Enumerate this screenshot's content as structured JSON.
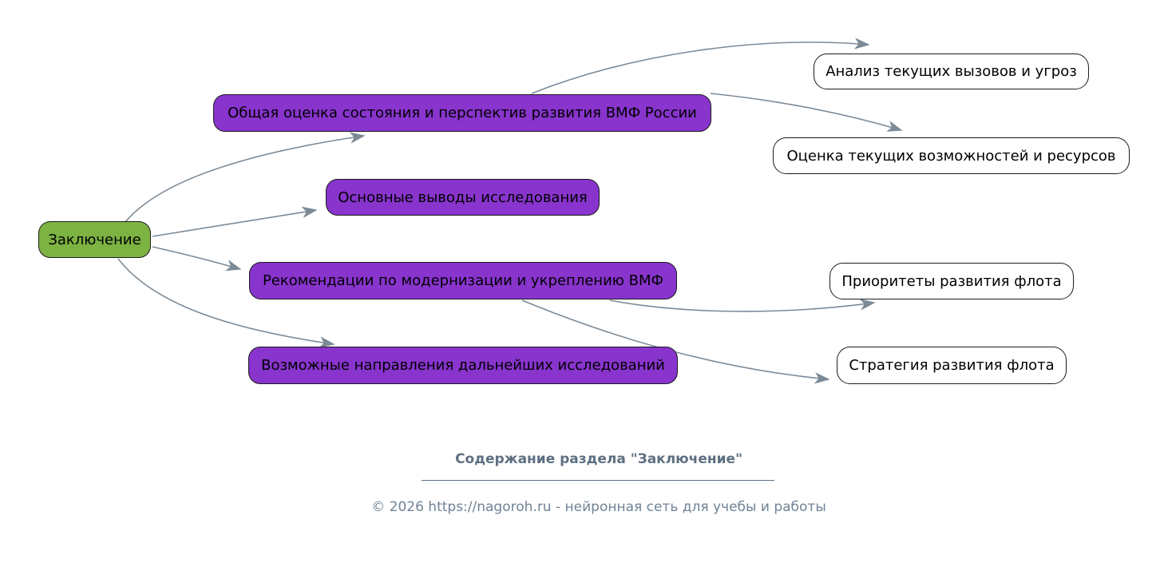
{
  "diagram": {
    "type": "mindmap",
    "root_label": "Заключение",
    "nodes": [
      {
        "id": "zaklyuchenie",
        "label": "Заключение",
        "role": "root",
        "color": "#7db342"
      },
      {
        "id": "obshchaya-ocenka",
        "label": "Общая оценка состояния и перспектив развития ВМФ России",
        "role": "branch",
        "color": "#8834cd"
      },
      {
        "id": "analiz-vyzovov",
        "label": "Анализ текущих вызовов и угроз",
        "role": "leaf",
        "color": "#ffffff"
      },
      {
        "id": "ocenka-resursov",
        "label": "Оценка текущих возможностей и ресурсов",
        "role": "leaf",
        "color": "#ffffff"
      },
      {
        "id": "osnovnye-vyvody",
        "label": "Основные выводы исследования",
        "role": "branch",
        "color": "#8834cd"
      },
      {
        "id": "rekomendacii",
        "label": "Рекомендации по модернизации и укреплению ВМФ",
        "role": "branch",
        "color": "#8834cd"
      },
      {
        "id": "prioritety-flota",
        "label": "Приоритеты развития флота",
        "role": "leaf",
        "color": "#ffffff"
      },
      {
        "id": "napravleniya",
        "label": "Возможные направления дальнейших исследований",
        "role": "branch",
        "color": "#8834cd"
      },
      {
        "id": "strategiya-flota",
        "label": "Стратегия развития флота",
        "role": "leaf",
        "color": "#ffffff"
      }
    ],
    "edges": [
      {
        "from": "zaklyuchenie",
        "to": "obshchaya-ocenka"
      },
      {
        "from": "zaklyuchenie",
        "to": "osnovnye-vyvody"
      },
      {
        "from": "zaklyuchenie",
        "to": "rekomendacii"
      },
      {
        "from": "zaklyuchenie",
        "to": "napravleniya"
      },
      {
        "from": "obshchaya-ocenka",
        "to": "analiz-vyzovov"
      },
      {
        "from": "obshchaya-ocenka",
        "to": "ocenka-resursov"
      },
      {
        "from": "rekomendacii",
        "to": "prioritety-flota"
      },
      {
        "from": "rekomendacii",
        "to": "strategiya-flota"
      }
    ],
    "colors": {
      "root_fill": "#7db342",
      "branch_fill": "#8834cd",
      "leaf_fill": "#ffffff",
      "node_border": "#1c1c1c",
      "edge": "#7b8a97",
      "footer_title": "#5d6f81",
      "footer_text": "#708396"
    }
  },
  "footer": {
    "title": "Содержание раздела \"Заключение\"",
    "copyright": "© 2026 https://nagoroh.ru - нейронная сеть для учебы и работы"
  }
}
